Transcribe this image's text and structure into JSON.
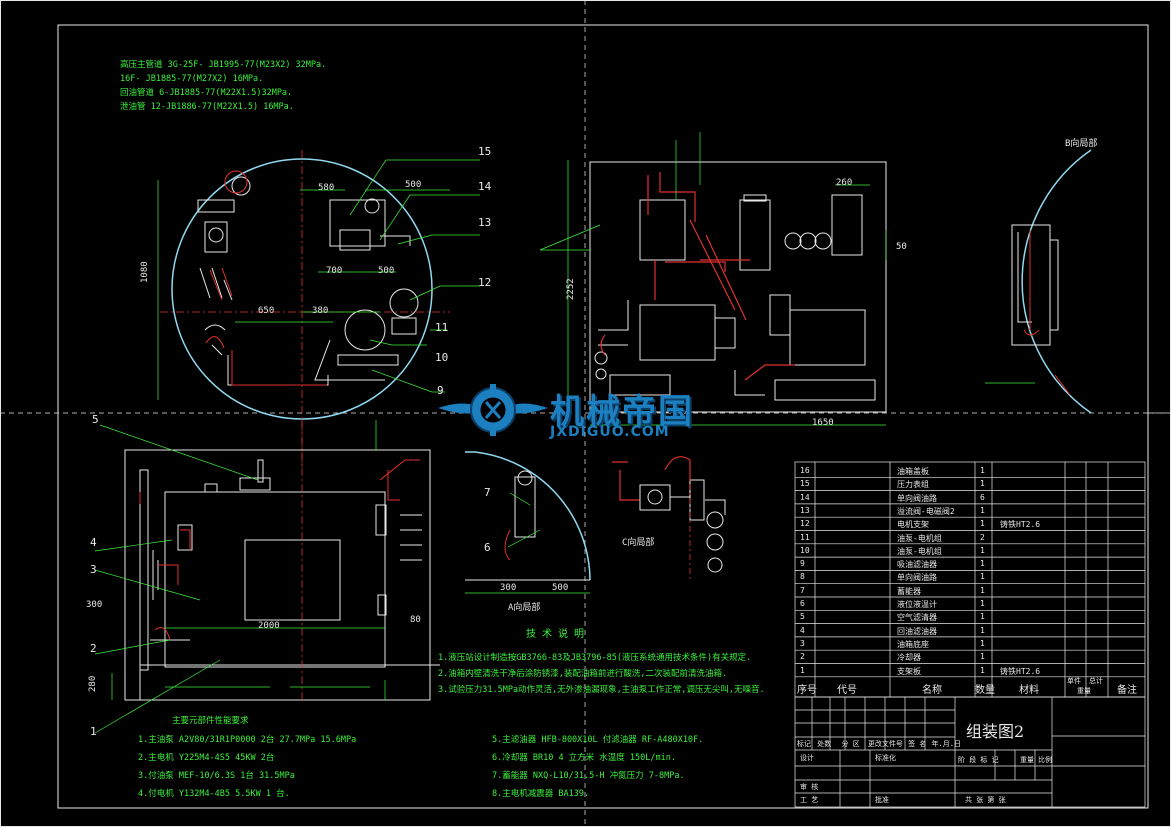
{
  "pipe_notes": [
    "高压主管道 3G-25F- JB1995-77(M23X2) 32MPa.",
    "16F- JB1885-77(M27X2) 16MPa.",
    "回油管道 6-JB1885-77(M22X1.5)32MPa.",
    "泄油管 12-JB1886-77(M22X1.5) 16MPa."
  ],
  "part_numbers": [
    "15",
    "14",
    "13",
    "12",
    "11",
    "10",
    "9",
    "5",
    "4",
    "3",
    "2",
    "1",
    "7",
    "6"
  ],
  "dims": {
    "d580": "580",
    "d500": "500",
    "d700": "700",
    "d500b": "500",
    "d1080": "1080",
    "d650": "650",
    "d380": "380",
    "d2000": "2000",
    "d300": "300",
    "d300b": "300",
    "d1650": "1650",
    "d500c": "500",
    "d50": "50",
    "d2252": "2252",
    "d80": "80",
    "d280": "280",
    "d260": "260"
  },
  "view_labels": {
    "b_view": "B向局部",
    "a_view": "A向局部",
    "c_view": "C向局部"
  },
  "tech_title": "技 术 说 明",
  "tech_notes": [
    "1.液压站设计制造按GB3766-83及JB3796-85(液压系统通用技术条件)有关规定.",
    "2.油箱内壁清洗干净后涂防锈漆,装配油箱前进行酸洗,二次装配前清洗油箱.",
    "3.试验压力31.5MPa动作灵活,无外渗油漏现象,主油泵工作正常,调压无尖叫,无噪音."
  ],
  "main_parts_title": "主要元部件性能要求",
  "main_parts": [
    "1.主油泵 A2V80/31R1P0000   2台 27.7MPa 15.6MPa",
    "2.主电机 Y225M4-4S5  45KW  2台",
    "3.付油泵 MEF-10/6.3S   1台   31.5MPa",
    "4.付电机 Y132M4-4B5  5.5KW  1 台."
  ],
  "other_parts": [
    "5.主滤油器 HFB-800X10L   付滤油器 RF-A480X10F.",
    "6.冷却器 BR10  4 立方米  水温度  150L/min.",
    "7.蓄能器 NXQ-L10/31.5-H  冲氮压力 7-8MPa.",
    "8.主电机减震器 BA139."
  ],
  "bom": [
    {
      "no": "16",
      "name": "油箱盖板",
      "qty": "1",
      "mat": ""
    },
    {
      "no": "15",
      "name": "压力表组",
      "qty": "1",
      "mat": ""
    },
    {
      "no": "14",
      "name": "单向阀油路",
      "qty": "6",
      "mat": ""
    },
    {
      "no": "13",
      "name": "溢流阀-电磁阀2",
      "qty": "1",
      "mat": ""
    },
    {
      "no": "12",
      "name": "电机支架",
      "qty": "1",
      "mat": "铸铁HT2.6"
    },
    {
      "no": "11",
      "name": "油泵-电机组",
      "qty": "2",
      "mat": ""
    },
    {
      "no": "10",
      "name": "油泵-电机组",
      "qty": "1",
      "mat": ""
    },
    {
      "no": "9",
      "name": "吸油滤油器",
      "qty": "1",
      "mat": ""
    },
    {
      "no": "8",
      "name": "单向阀油路",
      "qty": "1",
      "mat": ""
    },
    {
      "no": "7",
      "name": "蓄能器",
      "qty": "1",
      "mat": ""
    },
    {
      "no": "6",
      "name": "液位液温计",
      "qty": "1",
      "mat": ""
    },
    {
      "no": "5",
      "name": "空气滤清器",
      "qty": "1",
      "mat": ""
    },
    {
      "no": "4",
      "name": "回油滤油器",
      "qty": "1",
      "mat": ""
    },
    {
      "no": "3",
      "name": "油箱底座",
      "qty": "1",
      "mat": ""
    },
    {
      "no": "2",
      "name": "冷却器",
      "qty": "1",
      "mat": ""
    },
    {
      "no": "1",
      "name": "支架板",
      "qty": "1",
      "mat": "铸铁HT2.6"
    }
  ],
  "bom_headers": {
    "no": "序号",
    "code": "代号",
    "name": "名称",
    "qty": "数量",
    "mat": "材料",
    "unit": "单件",
    "total": "总计",
    "weight": "重量",
    "remark": "备注"
  },
  "title_block": {
    "drawing_name": "组装图2",
    "row1": [
      "标记",
      "处数",
      "分 区",
      "更改文件号",
      "签 名",
      "年.月.日"
    ],
    "row2": [
      "设计",
      "",
      "标准化"
    ],
    "stage": "阶 段 标 记",
    "weight": "重量",
    "scale": "比例",
    "check": "审 核",
    "process": "工 艺",
    "approve": "批准",
    "sheet": "共    张    第    张"
  },
  "watermark": {
    "main": "机械帝国",
    "sub": "JXDIGUO.COM"
  },
  "colors": {
    "bg": "#000000",
    "green": "#3cf03c",
    "white": "#e8e8e8",
    "cyan": "#8fd8f0",
    "red": "#e03030",
    "yellow": "#f0e040",
    "blue": "#1c7fc0"
  }
}
